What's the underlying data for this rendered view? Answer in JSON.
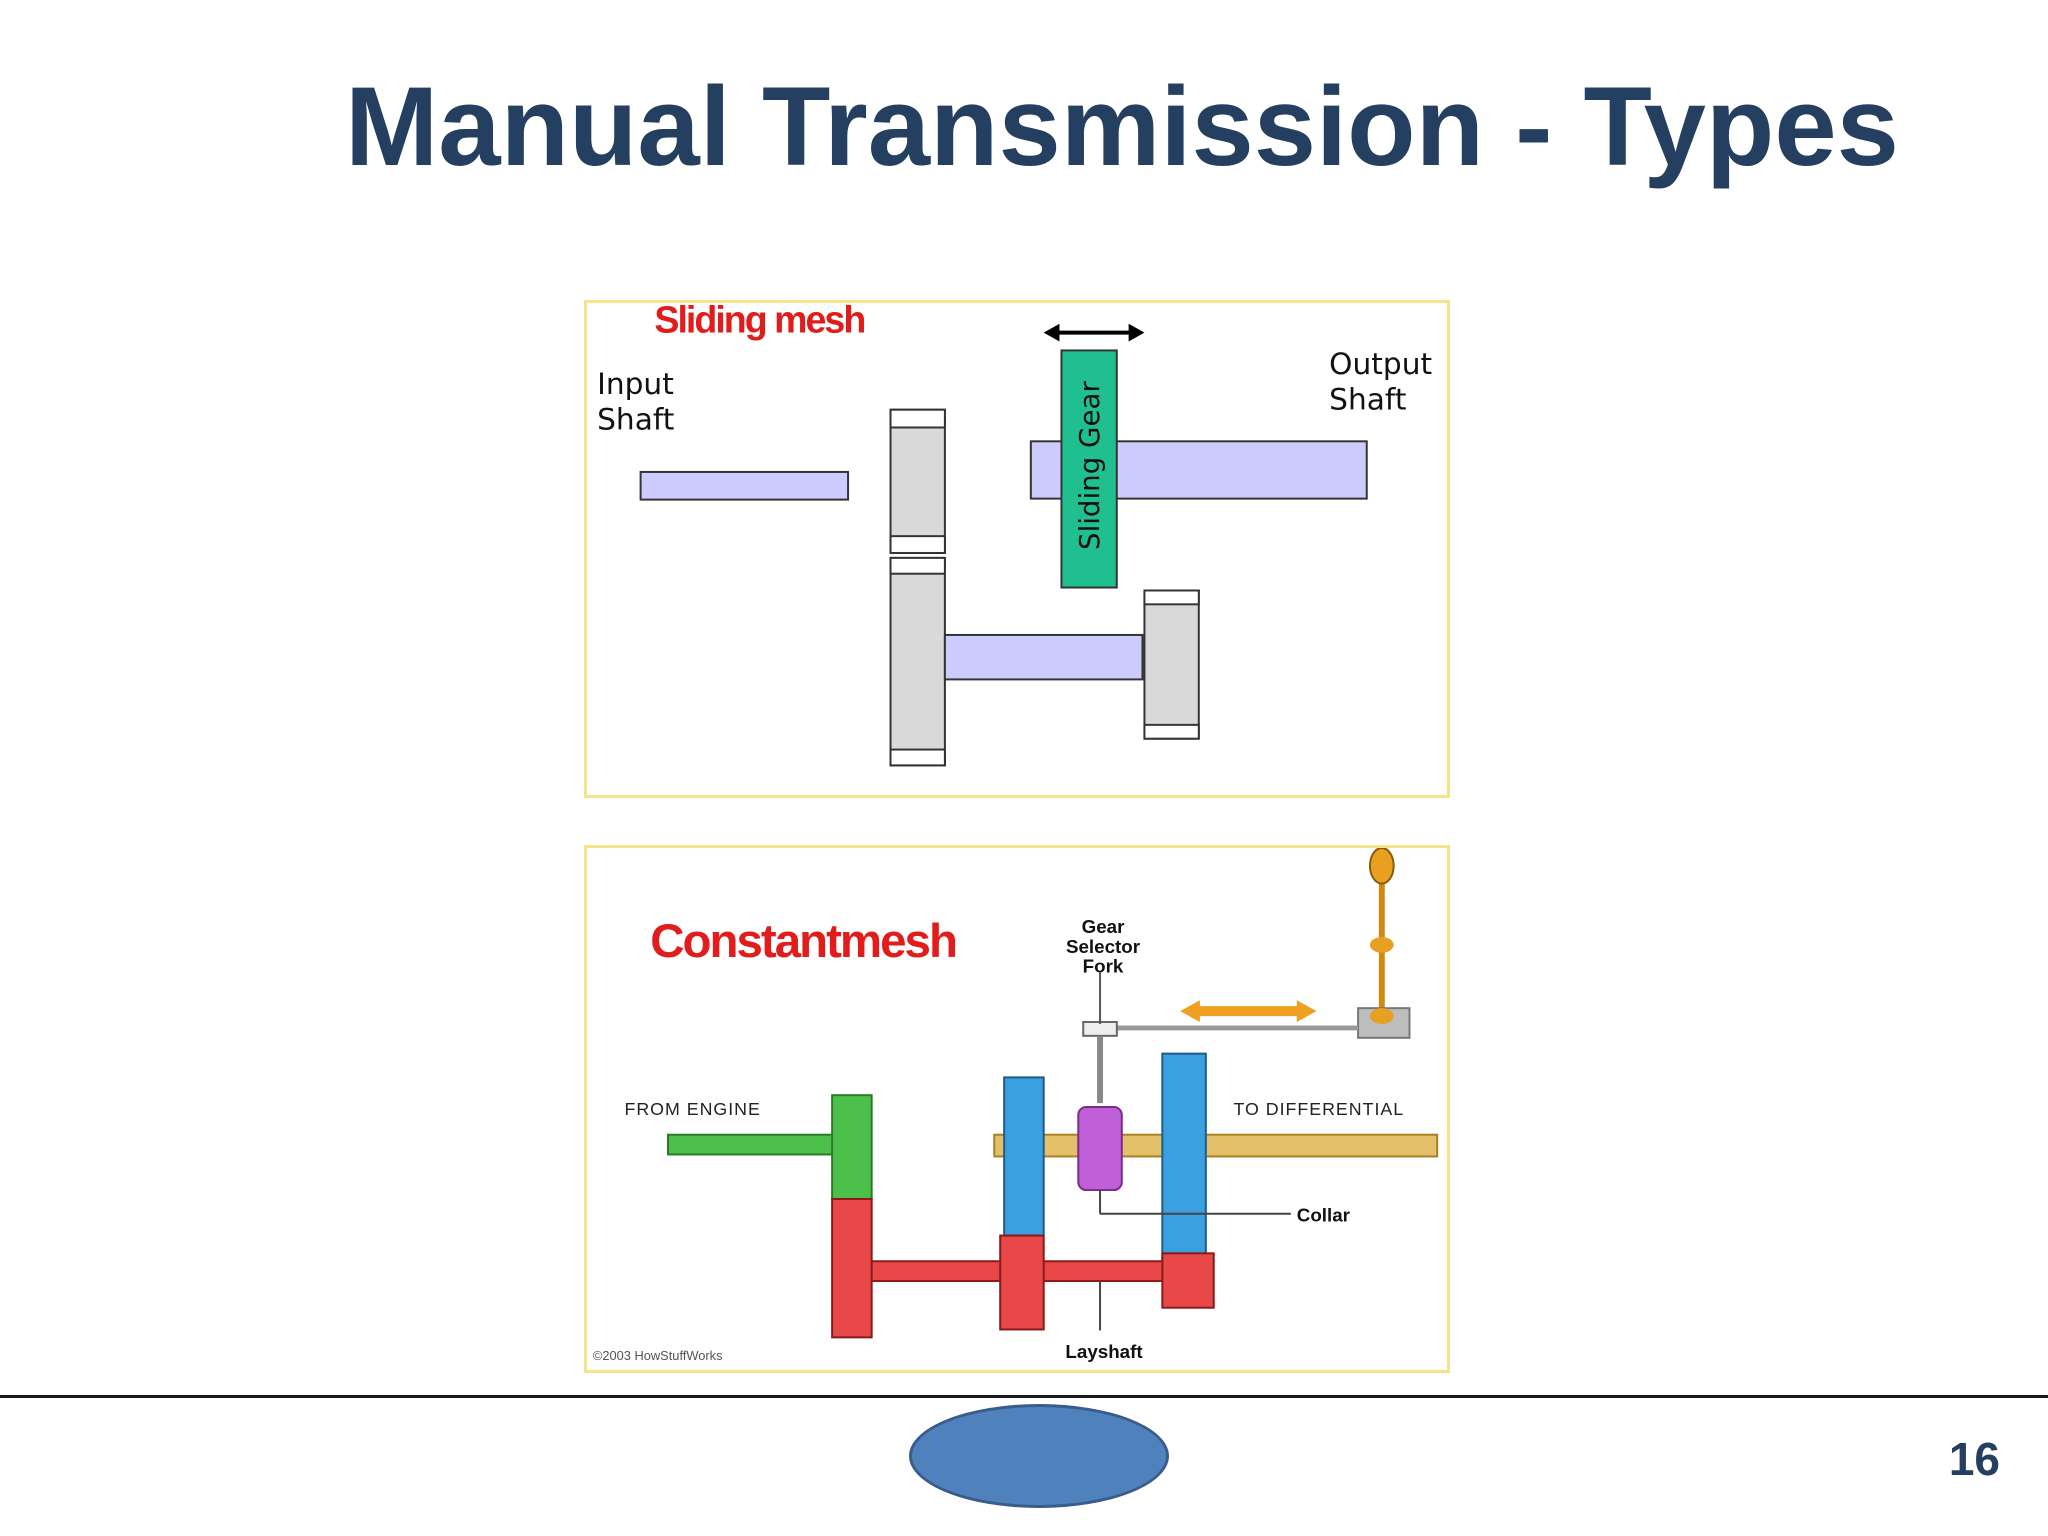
{
  "slide": {
    "title": "Manual Transmission - Types",
    "page_number": "16"
  },
  "sliding_mesh": {
    "heading": "Sliding mesh",
    "input_line1": "Input",
    "input_line2": "Shaft",
    "output_line1": "Output",
    "output_line2": "Shaft",
    "sliding_gear": "Sliding Gear"
  },
  "constant_mesh": {
    "heading": "Constantmesh",
    "fork_line1": "Gear",
    "fork_line2": "Selector",
    "fork_line3": "Fork",
    "from_engine": "FROM ENGINE",
    "to_differential": "TO DIFFERENTIAL",
    "collar": "Collar",
    "layshaft": "Layshaft",
    "copyright": "©2003 HowStuffWorks"
  },
  "colors": {
    "title": "#243f60",
    "shaft_fill": "#ccccff",
    "gear_gray": "#d9d9d9",
    "sliding_gear": "#1fbf8f",
    "heading_red": "#e21b1b",
    "frame": "#f3e48a",
    "oval": "#4f81bd"
  }
}
